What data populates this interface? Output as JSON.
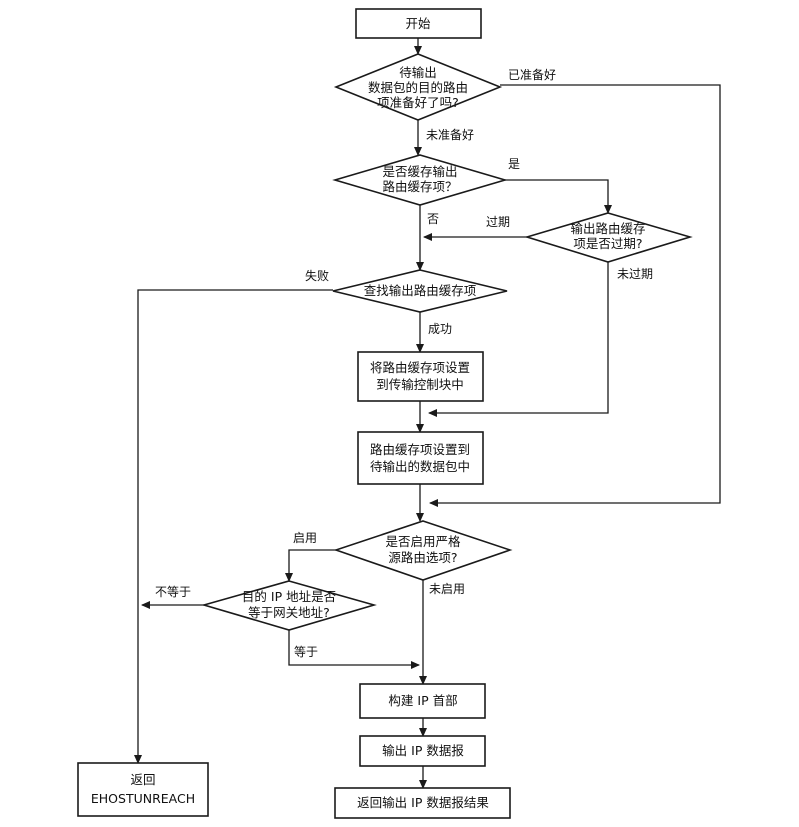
{
  "nodes": {
    "start": "开始",
    "route_ready": [
      "待输出",
      "数据包的目的路由",
      "项准备好了吗?"
    ],
    "cached": [
      "是否缓存输出",
      "路由缓存项？"
    ],
    "expired": [
      "输出路由缓存",
      "项是否过期?"
    ],
    "lookup": "查找输出路由缓存项",
    "set_tcb": [
      "将路由缓存项设置",
      "到传输控制块中"
    ],
    "set_pkt": [
      "路由缓存项设置到",
      "待输出的数据包中"
    ],
    "strict_src": [
      "是否启用严格",
      "源路由选项?"
    ],
    "gateway_eq": [
      "目的 IP 地址是否",
      "等于网关地址?"
    ],
    "build_hdr": "构建 IP 首部",
    "output": "输出 IP 数据报",
    "ret_result": "返回输出 IP 数据报结果",
    "ret_err": [
      "返回",
      "EHOSTUNREACH"
    ]
  },
  "edges": {
    "ready": "已准备好",
    "not_ready": "未准备好",
    "yes": "是",
    "no": "否",
    "expired": "过期",
    "not_expired": "未过期",
    "fail": "失败",
    "success": "成功",
    "enabled": "启用",
    "not_enabled": "未启用",
    "not_equal": "不等于",
    "equal": "等于"
  }
}
